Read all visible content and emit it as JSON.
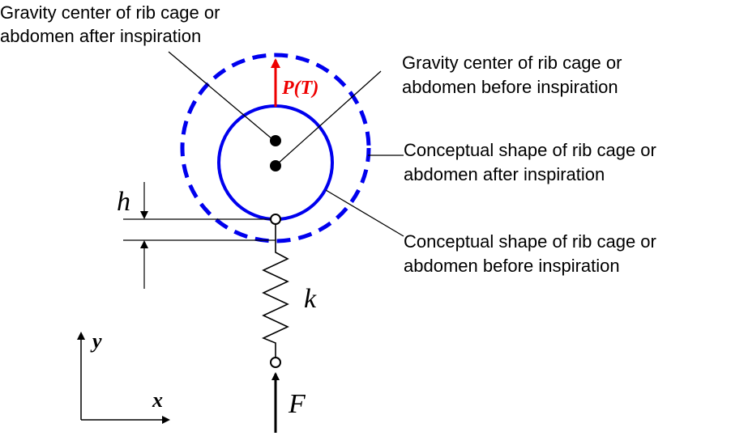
{
  "labels": {
    "gc_after_line1": "Gravity center of rib cage or",
    "gc_after_line2": "abdomen after inspiration",
    "gc_before_line1": "Gravity center of rib cage or",
    "gc_before_line2": "abdomen before inspiration",
    "shape_after_line1": "Conceptual shape of rib cage or",
    "shape_after_line2": "abdomen after inspiration",
    "shape_before_line1": "Conceptual shape of rib cage or",
    "shape_before_line2": "abdomen before inspiration"
  },
  "symbols": {
    "pressure": "P(T)",
    "h": "h",
    "k": "k",
    "y": "y",
    "x": "x",
    "F": "F"
  },
  "colors": {
    "circle": "#0000ee",
    "pressure_arrow": "#ee0000",
    "ink": "#000000"
  }
}
